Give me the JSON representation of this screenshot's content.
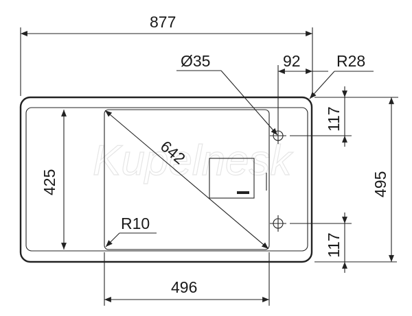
{
  "dimensions": {
    "overall_width": "877",
    "overall_height": "495",
    "drainer_height": "425",
    "bowl_width": "496",
    "bowl_diagonal": "642",
    "tap_hole_diameter": "Ø35",
    "tap_hole_offset": "92",
    "corner_radius_outer": "R28",
    "corner_radius_bowl": "R10",
    "tap_hole_spacing_top": "117",
    "tap_hole_spacing_bottom": "117"
  },
  "watermark": {
    "text": "Kupelnesk"
  },
  "colors": {
    "line": "#222222",
    "watermark": "#e6e6e6"
  }
}
